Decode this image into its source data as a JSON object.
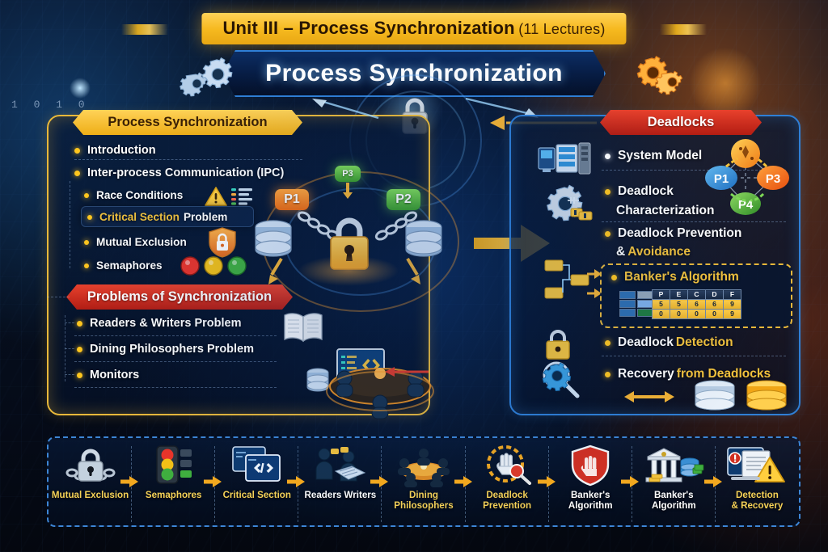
{
  "banner": {
    "title": "Unit III – Process Synchronization",
    "lectures": "(11 Lectures)"
  },
  "main_title": "Process Synchronization",
  "left_panel": {
    "header": "Process Synchronization",
    "items": [
      {
        "text": "Introduction",
        "level": 1
      },
      {
        "text": "Inter-process Communication (IPC)",
        "level": 1
      },
      {
        "text": "Race Conditions",
        "level": 2
      },
      {
        "text_gold": "Critical Section",
        "text_white": " Problem",
        "level": 2,
        "highlight": true
      },
      {
        "text": "Mutual Exclusion",
        "level": 2
      },
      {
        "text": "Semaphores",
        "level": 2
      }
    ],
    "sub_header": "Problems of Synchronization",
    "sub_items": [
      {
        "text": "Readers & Writers Problem"
      },
      {
        "text": "Dining Philosophers Problem"
      },
      {
        "text": "Monitors"
      }
    ]
  },
  "right_panel": {
    "header": "Deadlocks",
    "items": [
      {
        "text": "System Model"
      },
      {
        "text": "Deadlock"
      },
      {
        "text": "Characterization"
      },
      {
        "text_white": "Deadlock Prevention",
        "text_gold_prefix": "& ",
        "text_gold": "Avoidance"
      },
      {
        "text_white": "Deadlock ",
        "text_gold": "Detection"
      },
      {
        "text_white": "Recovery ",
        "text_gold": "from Deadlocks"
      }
    ],
    "bankers": {
      "title": "Banker's Algorithm",
      "columns": [
        "P",
        "E",
        "C",
        "D",
        "F"
      ],
      "rows": [
        [
          "5",
          "5",
          "6",
          "6",
          "9"
        ],
        [
          "0",
          "0",
          "0",
          "0",
          "9"
        ]
      ]
    },
    "graph_nodes": [
      "P1",
      "P3",
      "P4"
    ]
  },
  "center": {
    "process_badges": [
      "P1",
      "P2",
      "P3"
    ],
    "lock_icon": "padlock-icon",
    "database_icon": "database-icon"
  },
  "bottom_steps": [
    {
      "label": "Mutual Exclusion",
      "icon": "padlock-chain-icon",
      "gold": true
    },
    {
      "label": "Semaphores",
      "icon": "traffic-light-icon",
      "gold": true
    },
    {
      "label": "Critical Section",
      "icon": "code-window-icon",
      "gold": true
    },
    {
      "label": "Readers Writers",
      "icon": "readers-writers-icon",
      "gold": false
    },
    {
      "label": "Dining\nPhilosophers",
      "icon": "dining-table-icon",
      "gold": true
    },
    {
      "label": "Deadlock\nPrevention",
      "icon": "stop-hand-magnifier-icon",
      "gold": true
    },
    {
      "label": "Banker's\nAlgorithm",
      "icon": "shield-hand-icon",
      "gold": false
    },
    {
      "label": "Banker's\nAlgorithm",
      "icon": "bank-icon",
      "gold": false
    },
    {
      "label": "Detection\n& Recovery",
      "icon": "report-warning-icon",
      "gold": true
    }
  ],
  "decor": {
    "binary_left": "1 0 1 0",
    "colors": {
      "gold": "#f2c23c",
      "banner_gold": "#f6b91f",
      "red": "#d9301f",
      "blue": "#2f7fd6",
      "panel_bg": "#081a38"
    }
  }
}
